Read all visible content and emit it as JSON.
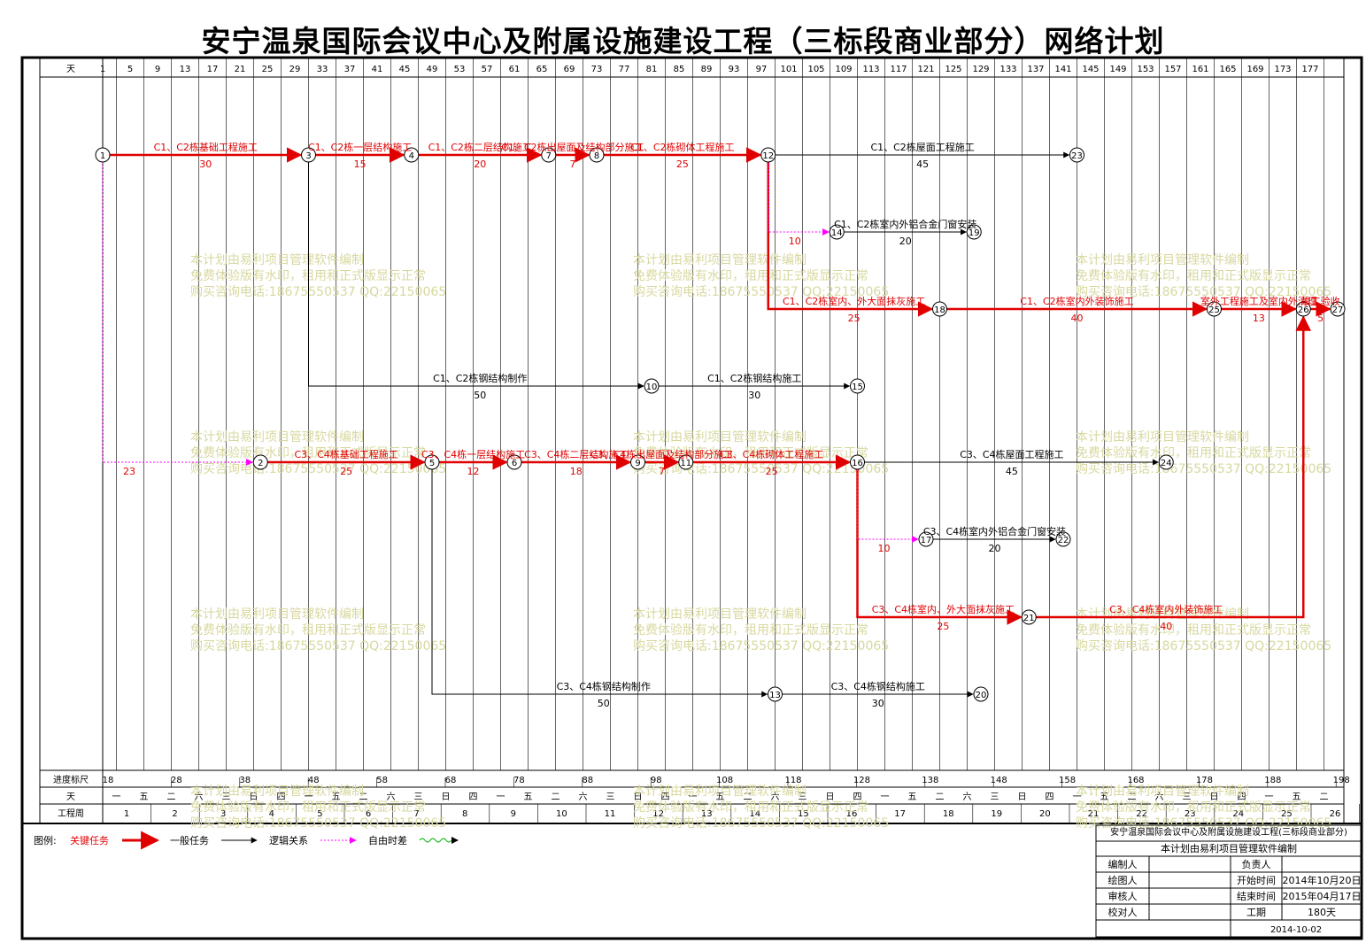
{
  "title": "安宁温泉国际会议中心及附属设施建设工程（三标段商业部分）网络计划",
  "top_scale_label": "天",
  "top_scale": [
    1,
    5,
    9,
    13,
    17,
    21,
    25,
    29,
    33,
    37,
    41,
    45,
    49,
    53,
    57,
    61,
    65,
    69,
    73,
    77,
    81,
    85,
    89,
    93,
    97,
    101,
    105,
    109,
    113,
    117,
    121,
    125,
    129,
    133,
    137,
    141,
    145,
    149,
    153,
    157,
    161,
    165,
    169,
    173,
    177
  ],
  "bottom_rows": {
    "progress_label": "进度标尺",
    "progress_ticks": [
      "18",
      "28",
      "38",
      "48",
      "58",
      "68",
      "78",
      "88",
      "98",
      "108",
      "118",
      "128",
      "138",
      "148",
      "158",
      "168",
      "178",
      "188",
      "198"
    ],
    "day_label": "天",
    "weekdays": [
      "一",
      "五",
      "二",
      "六",
      "三",
      "日",
      "四",
      "一",
      "五",
      "二",
      "六",
      "三",
      "日",
      "四",
      "一",
      "五",
      "二",
      "六",
      "三",
      "日",
      "四",
      "一",
      "五",
      "二",
      "六",
      "三",
      "日",
      "四",
      "一",
      "五",
      "二",
      "六",
      "三",
      "日",
      "四",
      "一",
      "五",
      "二",
      "六",
      "三",
      "日",
      "四",
      "一",
      "五",
      "二"
    ],
    "week_label": "工程周",
    "weeks": [
      "1",
      "2",
      "3",
      "4",
      "5",
      "6",
      "7",
      "8",
      "9",
      "10",
      "11",
      "12",
      "13",
      "14",
      "15",
      "16",
      "17",
      "18",
      "19",
      "20",
      "21",
      "22",
      "23",
      "24",
      "25",
      "26"
    ]
  },
  "nodes": [
    {
      "id": "1",
      "day": 1,
      "row": "A"
    },
    {
      "id": "3",
      "day": 31,
      "row": "A"
    },
    {
      "id": "4",
      "day": 46,
      "row": "A"
    },
    {
      "id": "7",
      "day": 66,
      "row": "A"
    },
    {
      "id": "8",
      "day": 73,
      "row": "A"
    },
    {
      "id": "12",
      "day": 98,
      "row": "A"
    },
    {
      "id": "23",
      "day": 143,
      "row": "A"
    },
    {
      "id": "14",
      "day": 108,
      "row": "B"
    },
    {
      "id": "19",
      "day": 128,
      "row": "B"
    },
    {
      "id": "18",
      "day": 123,
      "row": "C"
    },
    {
      "id": "25",
      "day": 163,
      "row": "C"
    },
    {
      "id": "26",
      "day": 176,
      "row": "C"
    },
    {
      "id": "27",
      "day": 181,
      "row": "C"
    },
    {
      "id": "10",
      "day": 81,
      "row": "D"
    },
    {
      "id": "15",
      "day": 111,
      "row": "D"
    },
    {
      "id": "2",
      "day": 24,
      "row": "E"
    },
    {
      "id": "5",
      "day": 49,
      "row": "E"
    },
    {
      "id": "6",
      "day": 61,
      "row": "E"
    },
    {
      "id": "9",
      "day": 79,
      "row": "E"
    },
    {
      "id": "11",
      "day": 86,
      "row": "E"
    },
    {
      "id": "16",
      "day": 111,
      "row": "E"
    },
    {
      "id": "24",
      "day": 156,
      "row": "E"
    },
    {
      "id": "17",
      "day": 121,
      "row": "F"
    },
    {
      "id": "22",
      "day": 141,
      "row": "F"
    },
    {
      "id": "21",
      "day": 136,
      "row": "G"
    },
    {
      "id": "13",
      "day": 99,
      "row": "H"
    },
    {
      "id": "20",
      "day": 129,
      "row": "H"
    }
  ],
  "activities": [
    {
      "from": "1",
      "to": "3",
      "name": "C1、C2栋基础工程施工",
      "duration": "30",
      "type": "critical"
    },
    {
      "from": "3",
      "to": "4",
      "name": "C1、C2栋一层结构施工",
      "duration": "15",
      "type": "critical"
    },
    {
      "from": "4",
      "to": "7",
      "name": "C1、C2栋二层结构施工",
      "duration": "20",
      "type": "critical"
    },
    {
      "from": "7",
      "to": "8",
      "name": "C1、C2栋出屋面及结构部分施工",
      "duration": "7",
      "type": "critical"
    },
    {
      "from": "8",
      "to": "12",
      "name": "C1、C2栋砌体工程施工",
      "duration": "25",
      "type": "critical"
    },
    {
      "from": "12",
      "to": "23",
      "name": "C1、C2栋屋面工程施工",
      "duration": "45",
      "type": "normal"
    },
    {
      "from": "14",
      "to": "19",
      "name": "C1、C2栋室内外铝合金门窗安装",
      "duration": "20",
      "type": "normal"
    },
    {
      "from": "12",
      "to": "18",
      "name": "C1、C2栋室内、外大面抹灰施工",
      "duration": "25",
      "type": "critical"
    },
    {
      "from": "18",
      "to": "25",
      "name": "C1、C2栋室内外装饰施工",
      "duration": "40",
      "type": "critical"
    },
    {
      "from": "25",
      "to": "26",
      "name": "室外工程施工及室内外清理",
      "duration": "13",
      "type": "critical"
    },
    {
      "from": "26",
      "to": "27",
      "name": "竣工验收",
      "duration": "5",
      "type": "critical"
    },
    {
      "from": "3",
      "to": "10",
      "name": "C1、C2栋钢结构制作",
      "duration": "50",
      "type": "normal"
    },
    {
      "from": "10",
      "to": "15",
      "name": "C1、C2栋钢结构施工",
      "duration": "30",
      "type": "normal"
    },
    {
      "from": "2",
      "to": "5",
      "name": "C3、C4栋基础工程施工",
      "duration": "25",
      "type": "critical"
    },
    {
      "from": "5",
      "to": "6",
      "name": "C3、C4栋一层结构施工",
      "duration": "12",
      "type": "critical"
    },
    {
      "from": "6",
      "to": "9",
      "name": "C3、C4栋二层结构施工",
      "duration": "18",
      "type": "critical"
    },
    {
      "from": "9",
      "to": "11",
      "name": "C3、C4栋出屋面及结构部分施工",
      "duration": "7",
      "type": "critical"
    },
    {
      "from": "11",
      "to": "16",
      "name": "C3、C4栋砌体工程施工",
      "duration": "25",
      "type": "critical"
    },
    {
      "from": "16",
      "to": "24",
      "name": "C3、C4栋屋面工程施工",
      "duration": "45",
      "type": "normal"
    },
    {
      "from": "17",
      "to": "22",
      "name": "C3、C4栋室内外铝合金门窗安装",
      "duration": "20",
      "type": "normal"
    },
    {
      "from": "16",
      "to": "21",
      "name": "C3、C4栋室内、外大面抹灰施工",
      "duration": "25",
      "type": "critical"
    },
    {
      "from": "21",
      "to": "26",
      "name": "C3、C4栋室内外装饰施工",
      "duration": "40",
      "type": "critical"
    },
    {
      "from": "5",
      "to": "13",
      "name": "C3、C4栋钢结构制作",
      "duration": "50",
      "type": "normal"
    },
    {
      "from": "13",
      "to": "20",
      "name": "C3、C4栋钢结构施工",
      "duration": "30",
      "type": "normal"
    }
  ],
  "free_float": [
    {
      "from": "1",
      "to": "2",
      "value": "23"
    },
    {
      "from": "12",
      "to": "14",
      "value": "10"
    },
    {
      "from": "16",
      "to": "17",
      "value": "10"
    }
  ],
  "watermark": {
    "line1": "本计划由易利项目管理软件编制",
    "line2": "免费体验版有水印，租用和正式版显示正常",
    "line3": "购买咨询电话:18675550537 QQ:22150065"
  },
  "legend": {
    "label": "图例:",
    "critical": "关键任务",
    "normal": "一般任务",
    "logic": "逻辑关系",
    "float": "自由时差",
    "critical_color": "#e00000",
    "float_color": "#ff00ff"
  },
  "title_block": {
    "header": "安宁温泉国际会议中心及附属设施建设工程(三标段商业部分)",
    "software": "本计划由易利项目管理软件编制",
    "rows": [
      {
        "k1": "编制人",
        "v1": "",
        "k2": "负责人",
        "v2": ""
      },
      {
        "k1": "绘图人",
        "v1": "",
        "k2": "开始时间",
        "v2": "2014年10月20日"
      },
      {
        "k1": "审核人",
        "v1": "",
        "k2": "结束时间",
        "v2": "2015年04月17日"
      },
      {
        "k1": "校对人",
        "v1": "",
        "k2": "工期",
        "v2": "180天"
      }
    ],
    "date": "2014-10-02"
  }
}
